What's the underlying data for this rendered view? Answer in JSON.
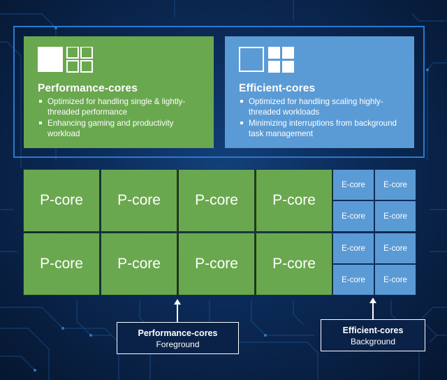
{
  "colors": {
    "pcore_green": "#6aa84f",
    "ecore_blue": "#5b9bd5",
    "frame_blue": "#2a7ad0",
    "background": "#0b2a57"
  },
  "performance_card": {
    "title": "Performance-cores",
    "icon": "pcore-layout-icon",
    "bullets": [
      "Optimized for handling single & lightly-threaded performance",
      "Enhancing gaming and productivity workload"
    ]
  },
  "efficient_card": {
    "title": "Efficient-cores",
    "icon": "ecore-layout-icon",
    "bullets": [
      "Optimized for handling scaling highly-threaded workloads",
      "Minimizing interruptions from background task management"
    ]
  },
  "p_cores": [
    "P-core",
    "P-core",
    "P-core",
    "P-core",
    "P-core",
    "P-core",
    "P-core",
    "P-core"
  ],
  "e_cores": [
    "E-core",
    "E-core",
    "E-core",
    "E-core",
    "E-core",
    "E-core",
    "E-core",
    "E-core"
  ],
  "labels": {
    "perf": {
      "title": "Performance-cores",
      "sub": "Foreground"
    },
    "eff": {
      "title": "Efficient-cores",
      "sub": "Background"
    }
  }
}
